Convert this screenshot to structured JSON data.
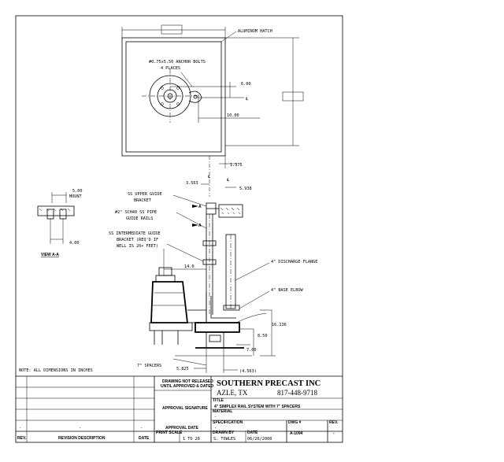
{
  "plan_view": {
    "hatch_label": "ALUMINUM HATCH",
    "anchor_bolts_line1": "#0.75x5.50 ANCHOR BOLTS",
    "anchor_bolts_line2": "4 PLACES",
    "dim_600": "6.00",
    "dim_1000": "10.00",
    "centerline": "℄"
  },
  "elevation": {
    "dim_1375": "1.375",
    "dim_3563": "3.563",
    "dim_5938": "5.938",
    "upper_bracket_1": "SS UPPER GUIDE",
    "upper_bracket_2": "BRACKET",
    "pipe_1": "#2\" SCH40 SS PIPE",
    "pipe_2": "GUIDE RAILS",
    "inter_1": "SS INTERMEDIATE GUIDE",
    "inter_2": "BRACKET (REQ'D IF",
    "inter_3": "WELL IS 20+ FEET)",
    "dim_140": "14.0",
    "discharge_flange": "4\" DISCHARGE FLANGE",
    "base_elbow": "4\" BASE ELBOW",
    "dim_16136": "16.136",
    "dim_850": "8.50",
    "dim_700": "7.00",
    "spacers": "7\" SPACERS",
    "dim_5825": "5.825",
    "dim_4563": "(4.563)",
    "section_mark": "A"
  },
  "view_aa": {
    "dim_500": "5.00",
    "mount": "MOUNT",
    "dim_400": "4.00",
    "title": "VIEW A-A"
  },
  "note": "NOTE: ALL DIMENSIONS IN INCHES",
  "title_block": {
    "notice_1": "DRAWING NOT RELEASED",
    "notice_2": "UNTIL APPROVED & DATED",
    "approval_signature": "APPROVAL SIGNATURE",
    "approval_date": "APPROVAL DATE",
    "company": "SOUTHERN PRECAST INC",
    "city": "AZLE, TX",
    "phone": "817-448-9718",
    "title_label": "TITLE",
    "title": "4\" SIMPLEX RAIL SYSTEM WITH 7\" SPACERS",
    "material_label": "MATERIAL",
    "material_value": "-",
    "spec_label": "SPECIFICATION",
    "spec_value": "-",
    "dwg_label": "DWG #",
    "dwg_no": "A-1094",
    "rev_label": "REV.",
    "rev_value": "-",
    "scale_label": "PRINT SCALE",
    "scale": "1 TO 28",
    "drawn_label": "DRAWN BY",
    "drawn_by": "S. TOWLES",
    "date_label": "DATE",
    "date": "06/26/2008",
    "rev_col": "REV.",
    "rev_desc_col": "REVISION DESCRIPTION",
    "date_col": "DATE",
    "rev_row_1": "-",
    "rev_row_2": "-",
    "rev_row_3": "-"
  }
}
